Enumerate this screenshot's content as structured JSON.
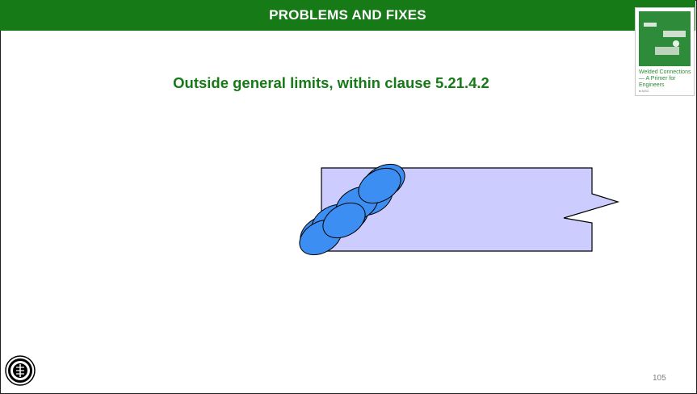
{
  "header": {
    "title": "PROBLEMS AND FIXES"
  },
  "slide": {
    "subtitle": "Outside general limits, within clause 5.21.4.2",
    "page_number": "105"
  },
  "thumbnail": {
    "title": "Welded Connections— A Primer for Engineers"
  },
  "colors": {
    "header": "#167a16",
    "subtitle": "#167a16",
    "plate_fill": "#ccccff",
    "weld_fill": "#3c8ef2"
  },
  "icons": {
    "logo": "aisc-seal-icon",
    "cover": "book-cover-thumbnail"
  }
}
